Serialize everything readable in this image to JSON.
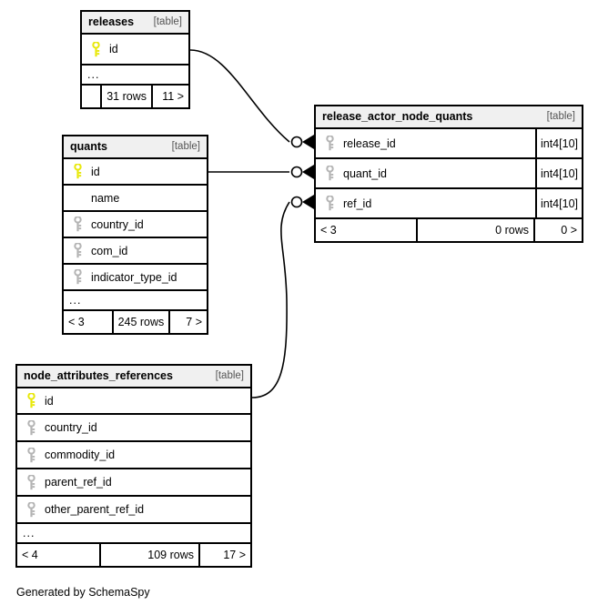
{
  "diagram": {
    "caption": "Generated by SchemaSpy",
    "table_tag": "[table]",
    "ellipsis": "...",
    "rows_suffix": "rows"
  },
  "tables": [
    {
      "id": "releases",
      "name": "releases",
      "tag": "[table]",
      "columns": [
        {
          "name": "id",
          "key": "primary-key",
          "type": ""
        }
      ],
      "has_ellipsis": true,
      "footer": {
        "left": "",
        "middle": "31 rows",
        "right": "11 >"
      }
    },
    {
      "id": "quants",
      "name": "quants",
      "tag": "[table]",
      "columns": [
        {
          "name": "id",
          "key": "primary-key",
          "type": ""
        },
        {
          "name": "name",
          "key": "none",
          "type": ""
        },
        {
          "name": "country_id",
          "key": "foreign-key",
          "type": ""
        },
        {
          "name": "com_id",
          "key": "foreign-key",
          "type": ""
        },
        {
          "name": "indicator_type_id",
          "key": "foreign-key",
          "type": ""
        }
      ],
      "has_ellipsis": true,
      "footer": {
        "left": "< 3",
        "middle": "245 rows",
        "right": "7 >"
      }
    },
    {
      "id": "release_actor_node_quants",
      "name": "release_actor_node_quants",
      "tag": "[table]",
      "columns": [
        {
          "name": "release_id",
          "key": "foreign-key",
          "type": "int4[10]"
        },
        {
          "name": "quant_id",
          "key": "foreign-key",
          "type": "int4[10]"
        },
        {
          "name": "ref_id",
          "key": "foreign-key",
          "type": "int4[10]"
        }
      ],
      "has_ellipsis": false,
      "footer": {
        "left": "< 3",
        "middle": "0 rows",
        "right": "0 >"
      }
    },
    {
      "id": "node_attributes_references",
      "name": "node_attributes_references",
      "tag": "[table]",
      "columns": [
        {
          "name": "id",
          "key": "primary-key",
          "type": ""
        },
        {
          "name": "country_id",
          "key": "foreign-key",
          "type": ""
        },
        {
          "name": "commodity_id",
          "key": "foreign-key",
          "type": ""
        },
        {
          "name": "parent_ref_id",
          "key": "foreign-key",
          "type": ""
        },
        {
          "name": "other_parent_ref_id",
          "key": "foreign-key",
          "type": ""
        }
      ],
      "has_ellipsis": true,
      "footer": {
        "left": "< 4",
        "middle": "109 rows",
        "right": "17 >"
      }
    }
  ],
  "relationships": [
    {
      "from_table": "releases",
      "from_column": "id",
      "to_table": "release_actor_node_quants",
      "to_column": "release_id",
      "cardinality": "zero-or-many"
    },
    {
      "from_table": "quants",
      "from_column": "id",
      "to_table": "release_actor_node_quants",
      "to_column": "quant_id",
      "cardinality": "zero-or-many"
    },
    {
      "from_table": "node_attributes_references",
      "from_column": "id",
      "to_table": "release_actor_node_quants",
      "to_column": "ref_id",
      "cardinality": "zero-or-many"
    }
  ],
  "colors": {
    "primary_key": "#e8e80b",
    "foreign_key": "#b4b4b4",
    "header_background": "#f0f0f0",
    "border": "#000000",
    "background": "#ffffff"
  }
}
